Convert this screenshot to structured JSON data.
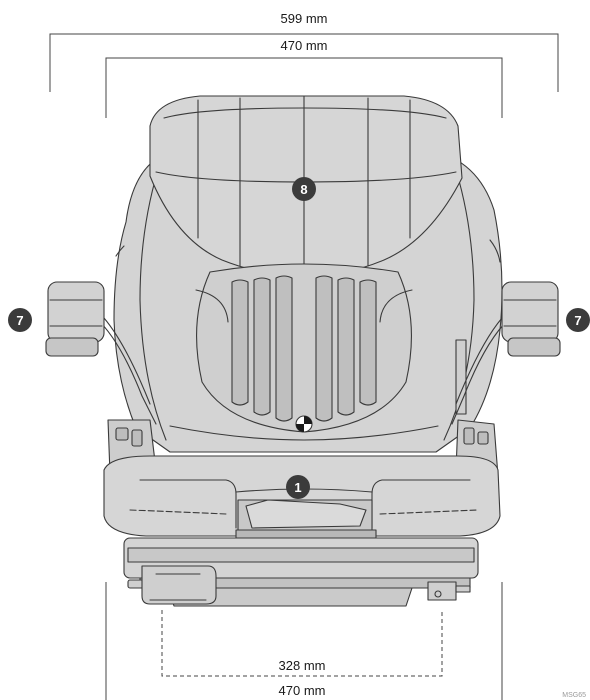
{
  "dimensions": {
    "overall_width": "599 mm",
    "backrest_width": "470 mm",
    "rail_spacing": "328 mm",
    "base_width": "470 mm"
  },
  "callouts": {
    "seat_cushion": "1",
    "armrest_left": "7",
    "armrest_right": "7",
    "headrest": "8"
  },
  "reference_code": "MSG65",
  "colors": {
    "upholstery": "#d4d4d4",
    "outline": "#3a3a3a",
    "badge": "#3b3b3b",
    "dimension_line": "#444444"
  }
}
